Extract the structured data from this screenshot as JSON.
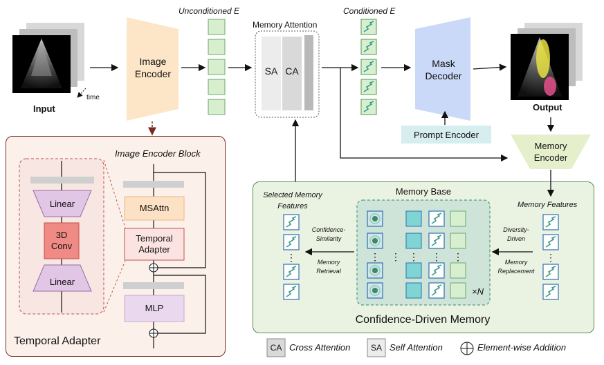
{
  "pipeline": {
    "input_label": "Input",
    "time_label": "time",
    "image_encoder": "Image\nEncoder",
    "unconditioned_label": "Unconditioned E",
    "memory_attention": "Memory Attention",
    "sa": "SA",
    "ca": "CA",
    "conditioned_label": "Conditioned E",
    "mask_decoder": "Mask\nDecoder",
    "prompt_encoder": "Prompt Encoder",
    "output_label": "Output",
    "memory_encoder": "Memory\nEncoder"
  },
  "adapter": {
    "block_title": "Image Encoder Block",
    "linear_top": "Linear",
    "conv": "3D\nConv",
    "linear_bottom": "Linear",
    "msattn": "MSAttn",
    "temporal_adapter_box": "Temporal\nAdapter",
    "mlp": "MLP",
    "panel_title": "Temporal Adapter"
  },
  "memory": {
    "selected_features": "Selected Memory\nFeatures",
    "confidence_similarity": "Confidence-\nSimilarity",
    "memory_retrieval": "Memory\nRetrieval",
    "memory_base": "Memory Base",
    "times_n": "×N",
    "memory_features": "Memory Features",
    "diversity_driven": "Diversity-\nDriven",
    "memory_replacement": "Memory\nReplacement",
    "panel_title": "Confidence-Driven Memory"
  },
  "legend": {
    "ca_key": "CA",
    "ca_text": "Cross Attention",
    "sa_key": "SA",
    "sa_text": "Self Attention",
    "add_text": "Element-wise Addition"
  },
  "colors": {
    "encoder": "#fde6c8",
    "token": "#d7efcf",
    "token_border": "#6aa86a",
    "decoder": "#c9d9f7",
    "prompt": "#d6eef0",
    "mem_encoder": "#e6efcb",
    "adapter_panel": "#fbf1ea",
    "adapter_border": "#7a2a1c",
    "memory_panel": "#eaf2e2",
    "memory_border": "#5b8a4e",
    "linear": "#e2c6e6",
    "conv": "#f08a84",
    "msattn": "#fde1c4",
    "temporal_box": "#fbe3e2",
    "mlp": "#ead8ee",
    "teal": "#7fd4d4"
  }
}
